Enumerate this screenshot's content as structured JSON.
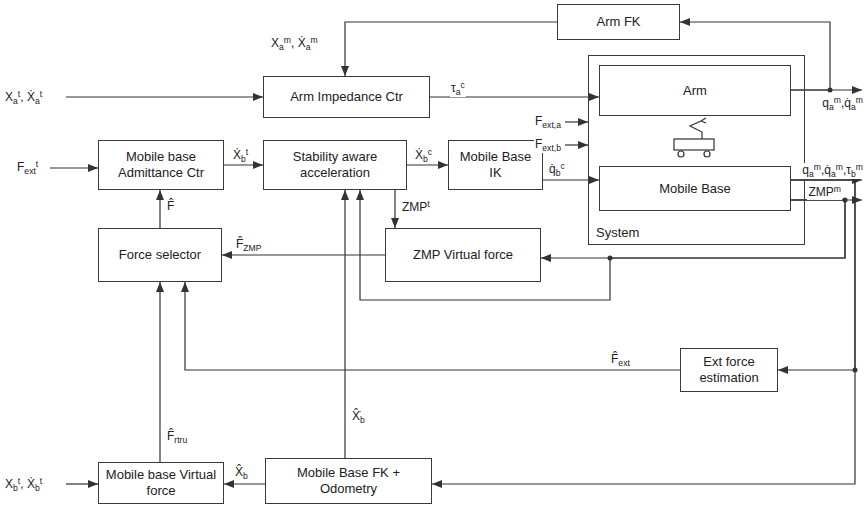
{
  "diagram": {
    "nodes": [
      {
        "text": [
          "Arm FK"
        ]
      },
      {
        "text": [
          "Arm Impedance Ctr"
        ]
      },
      {
        "text": [
          "System"
        ]
      },
      {
        "text": [
          "Arm"
        ],
        "in": 2
      },
      {
        "text": [
          "Mobile Base"
        ],
        "in": 2
      },
      {
        "text": [
          "Mobile base Admittance Ctr"
        ]
      },
      {
        "text": [
          "Stability aware acceleration"
        ]
      },
      {
        "text": [
          "Mobile Base IK"
        ]
      },
      {
        "text": [
          "ZMP Virtual force"
        ]
      },
      {
        "text": [
          "Force selector"
        ]
      },
      {
        "text": [
          "Ext force estimation"
        ]
      },
      {
        "text": [
          "Mobile base Virtual force"
        ]
      },
      {
        "text": [
          "Mobile Base FK + Odometry"
        ]
      }
    ],
    "edges": [
      {
        "from": 3,
        "to": 0,
        "arrow": "to"
      },
      {
        "from": 0,
        "to": 1,
        "arrow": "to",
        "label": "Xam, Ẋam"
      },
      {
        "from": 1,
        "to": 3,
        "arrow": "to",
        "label": "τac"
      },
      {
        "from": 5,
        "to": 6,
        "arrow": "to",
        "label": "Ẋbt"
      },
      {
        "from": 6,
        "to": 7,
        "arrow": "to",
        "label": "Ẋbc"
      },
      {
        "from": 7,
        "to": 4,
        "arrow": "to",
        "label": "q̇bc"
      },
      {
        "from": 6,
        "to": 8,
        "arrow": "to",
        "label": "ZMPt"
      },
      {
        "from": 4,
        "to": 8,
        "arrow": "to"
      },
      {
        "from": 4,
        "to": 6,
        "arrow": "to"
      },
      {
        "from": 8,
        "to": 9,
        "arrow": "to",
        "label": "F̂ZMP"
      },
      {
        "from": 9,
        "to": 5,
        "arrow": "to",
        "label": "F̂"
      },
      {
        "from": 4,
        "to": 10,
        "arrow": "to"
      },
      {
        "from": 10,
        "to": 9,
        "arrow": "to",
        "label": "F̂ext"
      },
      {
        "from": 4,
        "to": 12,
        "arrow": "to"
      },
      {
        "from": 12,
        "to": 11,
        "arrow": "to",
        "label": "X̂b"
      },
      {
        "from": 12,
        "to": 6,
        "arrow": "to",
        "label": "X̂̇b"
      },
      {
        "from": 11,
        "to": 9,
        "arrow": "to",
        "label": "F̂rtru"
      }
    ],
    "labels": [
      "Xat, Ẋat",
      "Fextt",
      "Xbt, Ẋbt",
      "Fext,a",
      "Fext,b",
      "qam,q̇am",
      "qam,q̇am,τbm",
      "ZMPm"
    ]
  }
}
